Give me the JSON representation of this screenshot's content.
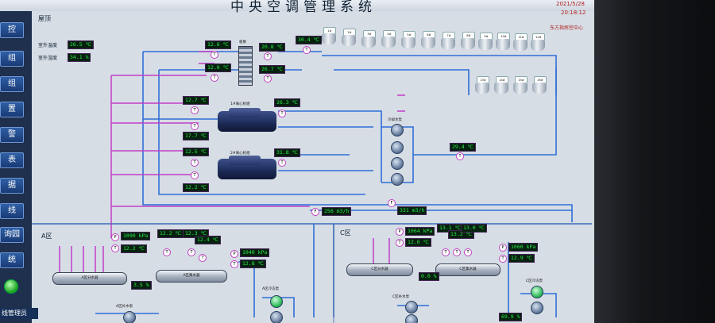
{
  "header": {
    "title": "中央空调管理系统",
    "date": "2021/5/28",
    "time": "20:18:12",
    "org": "东方指挥控中心"
  },
  "nav": {
    "items": [
      "控",
      "组",
      "组",
      "置",
      "警",
      "表",
      "据",
      "线",
      "询园",
      "统"
    ],
    "footer": "线管理员"
  },
  "roof": {
    "label": "屋顶",
    "outdoor_temp_label": "室外温度",
    "outdoor_temp": "26.5 ℃",
    "outdoor_hum_label": "室外湿度",
    "outdoor_hum": "34.1 %"
  },
  "exchanger": {
    "label": "板换",
    "temps": [
      "12.6 ℃",
      "12.0 ℃",
      "20.8 ℃",
      "26.7 ℃"
    ]
  },
  "towers": {
    "supply_temp": "30.4 ℃",
    "row1": [
      "1#",
      "2#",
      "3#",
      "4#",
      "5#",
      "6#",
      "7#",
      "8#",
      "9#",
      "10#",
      "11#",
      "12#"
    ],
    "row2": [
      "13#",
      "14#",
      "15#",
      "16#"
    ]
  },
  "chillers": [
    {
      "label": "1#离心机组",
      "temps": [
        "12.7 ℃",
        "17.7 ℃",
        "26.3 ℃"
      ]
    },
    {
      "label": "2#离心机组",
      "temps": [
        "12.5 ℃",
        "12.2 ℃",
        "31.8 ℃"
      ]
    }
  ],
  "cooling_pumps": {
    "label": "冷却水泵",
    "return_temp": "29.4 ℃"
  },
  "flows": [
    "256 m3/h",
    "331 m3/h"
  ],
  "zone_a": {
    "label": "A区",
    "pressure": "1090 kPa",
    "temp": "12.2 ℃",
    "valve": "3.5 %",
    "small_temps": [
      "12.2 ℃",
      "12.3 ℃",
      "12.4 ℃"
    ],
    "right_pressure": "1040 kPa",
    "right_temp": "12.8 ℃",
    "tank_left": "A区分水器",
    "tank_right": "A区集水器",
    "pump_left": "A区补水泵",
    "pump_right": "A区冷冻泵"
  },
  "zone_c": {
    "label": "C区",
    "pressure": "1064 kPa",
    "temp": "12.6 ℃",
    "valve": "0.0 %",
    "small_temps": [
      "13.1 ℃",
      "13.2 ℃",
      "13.0 ℃"
    ],
    "right_pressure": "1060 kPa",
    "right_temp": "12.9 ℃",
    "valve2": "69.9 %",
    "tank_left": "C区分水器",
    "tank_right": "C区集水器",
    "pump_left": "C区补水泵",
    "pump_right": "C区冷冻泵"
  }
}
